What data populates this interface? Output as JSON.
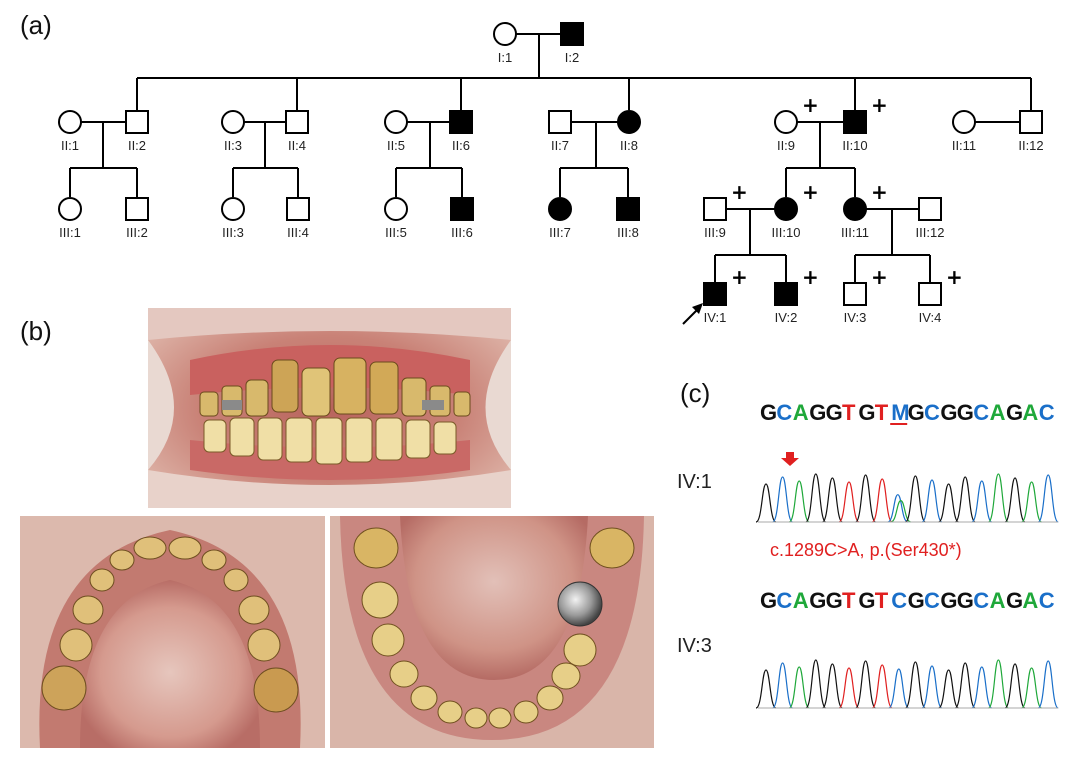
{
  "panels": {
    "a": "(a)",
    "b": "(b)",
    "c": "(c)"
  },
  "pedigree": {
    "marker": "+",
    "individuals": [
      {
        "id": "I:1",
        "label": "I:1",
        "sex": "female",
        "affected": false,
        "tested": false
      },
      {
        "id": "I:2",
        "label": "I:2",
        "sex": "male",
        "affected": true,
        "tested": false
      },
      {
        "id": "II:1",
        "label": "II:1",
        "sex": "female",
        "affected": false,
        "tested": false
      },
      {
        "id": "II:2",
        "label": "II:2",
        "sex": "male",
        "affected": false,
        "tested": false
      },
      {
        "id": "II:3",
        "label": "II:3",
        "sex": "female",
        "affected": false,
        "tested": false
      },
      {
        "id": "II:4",
        "label": "II:4",
        "sex": "male",
        "affected": false,
        "tested": false
      },
      {
        "id": "II:5",
        "label": "II:5",
        "sex": "female",
        "affected": false,
        "tested": false
      },
      {
        "id": "II:6",
        "label": "II:6",
        "sex": "male",
        "affected": true,
        "tested": false
      },
      {
        "id": "II:7",
        "label": "II:7",
        "sex": "male",
        "affected": false,
        "tested": false
      },
      {
        "id": "II:8",
        "label": "II:8",
        "sex": "female",
        "affected": true,
        "tested": false
      },
      {
        "id": "II:9",
        "label": "II:9",
        "sex": "female",
        "affected": false,
        "tested": true
      },
      {
        "id": "II:10",
        "label": "II:10",
        "sex": "male",
        "affected": true,
        "tested": true
      },
      {
        "id": "II:11",
        "label": "II:11",
        "sex": "female",
        "affected": false,
        "tested": false
      },
      {
        "id": "II:12",
        "label": "II:12",
        "sex": "male",
        "affected": false,
        "tested": false
      },
      {
        "id": "III:1",
        "label": "III:1",
        "sex": "female",
        "affected": false,
        "tested": false
      },
      {
        "id": "III:2",
        "label": "III:2",
        "sex": "male",
        "affected": false,
        "tested": false
      },
      {
        "id": "III:3",
        "label": "III:3",
        "sex": "female",
        "affected": false,
        "tested": false
      },
      {
        "id": "III:4",
        "label": "III:4",
        "sex": "male",
        "affected": false,
        "tested": false
      },
      {
        "id": "III:5",
        "label": "III:5",
        "sex": "female",
        "affected": false,
        "tested": false
      },
      {
        "id": "III:6",
        "label": "III:6",
        "sex": "male",
        "affected": true,
        "tested": false
      },
      {
        "id": "III:7",
        "label": "III:7",
        "sex": "female",
        "affected": true,
        "tested": false
      },
      {
        "id": "III:8",
        "label": "III:8",
        "sex": "male",
        "affected": true,
        "tested": false
      },
      {
        "id": "III:9",
        "label": "III:9",
        "sex": "male",
        "affected": false,
        "tested": true
      },
      {
        "id": "III:10",
        "label": "III:10",
        "sex": "female",
        "affected": true,
        "tested": true
      },
      {
        "id": "III:11",
        "label": "III:11",
        "sex": "female",
        "affected": true,
        "tested": true
      },
      {
        "id": "III:12",
        "label": "III:12",
        "sex": "male",
        "affected": false,
        "tested": false
      },
      {
        "id": "IV:1",
        "label": "IV:1",
        "sex": "male",
        "affected": true,
        "tested": true,
        "proband": true
      },
      {
        "id": "IV:2",
        "label": "IV:2",
        "sex": "male",
        "affected": true,
        "tested": true
      },
      {
        "id": "IV:3",
        "label": "IV:3",
        "sex": "male",
        "affected": false,
        "tested": true
      },
      {
        "id": "IV:4",
        "label": "IV:4",
        "sex": "male",
        "affected": false,
        "tested": true
      }
    ]
  },
  "sequencing": {
    "ref_letters": [
      "G",
      "C",
      "A",
      "G",
      "G",
      "T",
      "G",
      "T",
      "M",
      "G",
      "C",
      "G",
      "G",
      "C",
      "A",
      "G",
      "A",
      "C"
    ],
    "ref2_letters": [
      "G",
      "C",
      "A",
      "G",
      "G",
      "T",
      "G",
      "T",
      "C",
      "G",
      "C",
      "G",
      "G",
      "C",
      "A",
      "G",
      "A",
      "C"
    ],
    "variant_index": 8,
    "colors": {
      "G": "#111111",
      "C": "#1a6fc9",
      "A": "#1fa83a",
      "T": "#e02020",
      "M": "#1a6fc9"
    },
    "mutation_text": "c.1289C>A, p.(Ser430*)",
    "mutation_color": "#e02020",
    "trace1_label": "IV:1",
    "trace2_label": "IV:3"
  }
}
